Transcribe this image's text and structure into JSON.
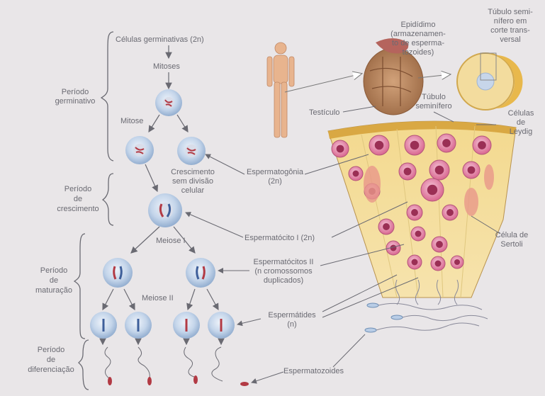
{
  "labels": {
    "celulas_germinativas": "Células germinativas (2n)",
    "mitoses": "Mitoses",
    "mitose": "Mitose",
    "periodo_germinativo": [
      "Período",
      "germinativo"
    ],
    "crescimento": [
      "Crescimento",
      "sem divisão",
      "celular"
    ],
    "periodo_crescimento": [
      "Período",
      "de",
      "crescimento"
    ],
    "meiose_1": "Meiose I",
    "meiose_2": "Meiose II",
    "periodo_maturacao": [
      "Período",
      "de",
      "maturação"
    ],
    "periodo_diferenciacao": [
      "Período",
      "de",
      "diferenciação"
    ],
    "epididimo": [
      "Epidídimo",
      "(armazenamen-",
      "to de esperma-",
      "tozoides)"
    ],
    "tubulo_corte": [
      "Túbulo semi-",
      "nífero em",
      "corte trans-",
      "versal"
    ],
    "testiculo": "Testículo",
    "tubulo_seminifero": [
      "Túbulo",
      "seminífero"
    ],
    "celulas_leydig": [
      "Células",
      "de",
      "Leydig"
    ],
    "espermatogonia": [
      "Espermatogônia",
      "(2n)"
    ],
    "espermatocito_1": "Espermatócito I (2n)",
    "celula_sertoli": [
      "Célula de",
      "Sertoli"
    ],
    "espermatocitos_2": [
      "Espermatócitos II",
      "(n cromossomos",
      "duplicados)"
    ],
    "espermatides": [
      "Espermátides",
      "(n)"
    ],
    "espermatozoides": "Espermatozoides"
  },
  "colors": {
    "background": "#e9e6e8",
    "text": "#6a6a72",
    "cell_blue": "#b9cde6",
    "nucleus": "#d9dde9",
    "chromosome_red": "#b23a44",
    "chromosome_blue": "#3e5f9a",
    "tissue": "#f1d78e",
    "tissue_cell": "#d9668f",
    "testis": "#b9865e",
    "skin": "#e8b48e"
  }
}
